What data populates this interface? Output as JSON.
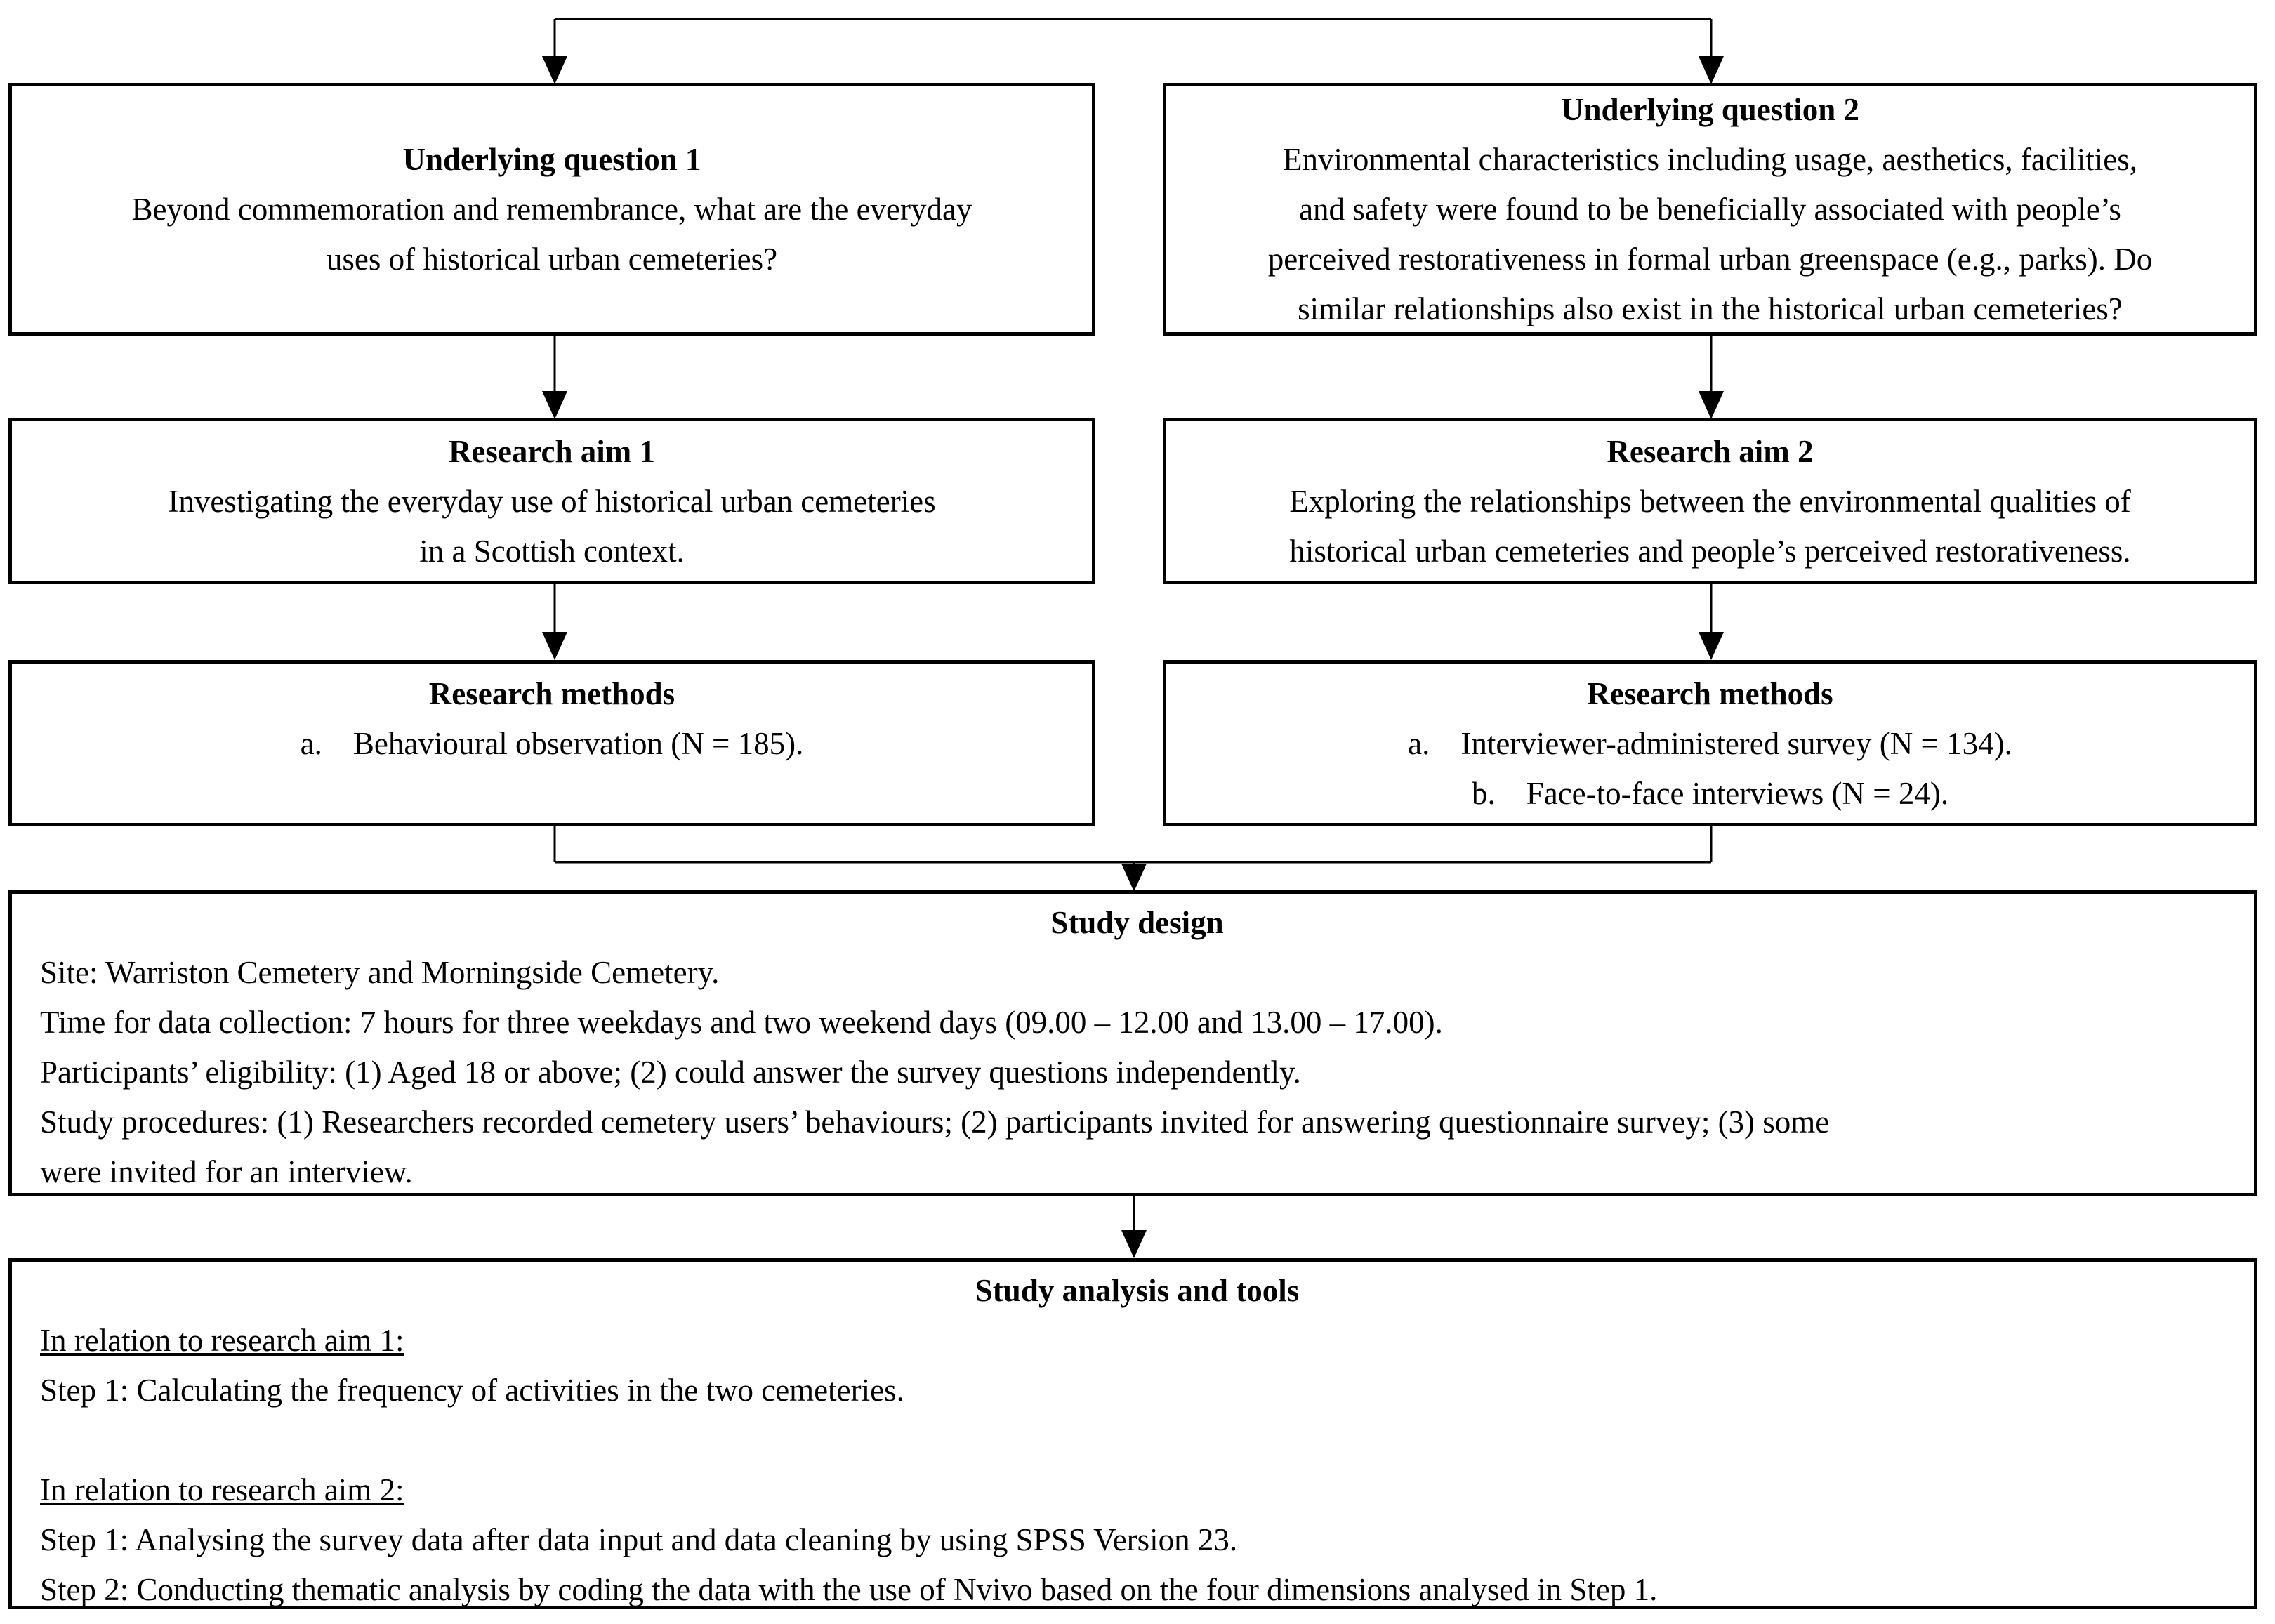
{
  "diagram": {
    "background_color": "#ffffff",
    "line_color": "#000000"
  },
  "boxes": {
    "uq1": {
      "title": "Underlying question 1",
      "lines": [
        "Beyond commemoration and remembrance, what are the everyday",
        "uses of historical urban cemeteries?"
      ]
    },
    "uq2": {
      "title": "Underlying question 2",
      "lines": [
        "Environmental characteristics including usage, aesthetics, facilities,",
        "and safety were found to be beneficially associated with people’s",
        "perceived restorativeness in formal urban greenspace (e.g., parks). Do",
        "similar relationships also exist in the historical urban cemeteries?"
      ]
    },
    "aim1": {
      "title": "Research aim 1",
      "lines": [
        "Investigating the everyday use of historical urban cemeteries",
        "in a Scottish context."
      ]
    },
    "aim2": {
      "title": "Research aim 2",
      "lines": [
        "Exploring the relationships between the environmental qualities of",
        "historical urban cemeteries and people’s perceived restorativeness."
      ]
    },
    "methods1": {
      "title": "Research methods",
      "items": [
        {
          "label": "a.",
          "text": "Behavioural observation (N = 185)."
        }
      ]
    },
    "methods2": {
      "title": "Research methods",
      "items": [
        {
          "label": "a.",
          "text": "Interviewer-administered survey (N = 134)."
        },
        {
          "label": "b.",
          "text": "Face-to-face interviews (N = 24)."
        }
      ]
    },
    "design": {
      "title": "Study design",
      "lines": [
        "Site: Warriston Cemetery and Morningside Cemetery.",
        "Time for data collection: 7 hours for three weekdays and two weekend days (09.00 – 12.00 and 13.00 – 17.00).",
        "Participants’ eligibility: (1) Aged 18 or above; (2) could answer the survey questions independently.",
        "Study procedures: (1) Researchers recorded cemetery users’ behaviours; (2) participants invited for answering questionnaire survey; (3) some",
        "were invited for an interview."
      ]
    },
    "analysis": {
      "title": "Study analysis and tools",
      "sections": [
        {
          "heading": "In relation to research aim 1:",
          "steps": [
            "Step 1: Calculating the frequency of activities in the two cemeteries."
          ]
        },
        {
          "heading": "In relation to research aim 2:",
          "steps": [
            "Step 1: Analysing the survey data after data input and data cleaning by using SPSS Version 23.",
            "Step 2: Conducting thematic analysis by coding the data with the use of Nvivo based on the four dimensions analysed in Step 1."
          ]
        }
      ]
    }
  }
}
